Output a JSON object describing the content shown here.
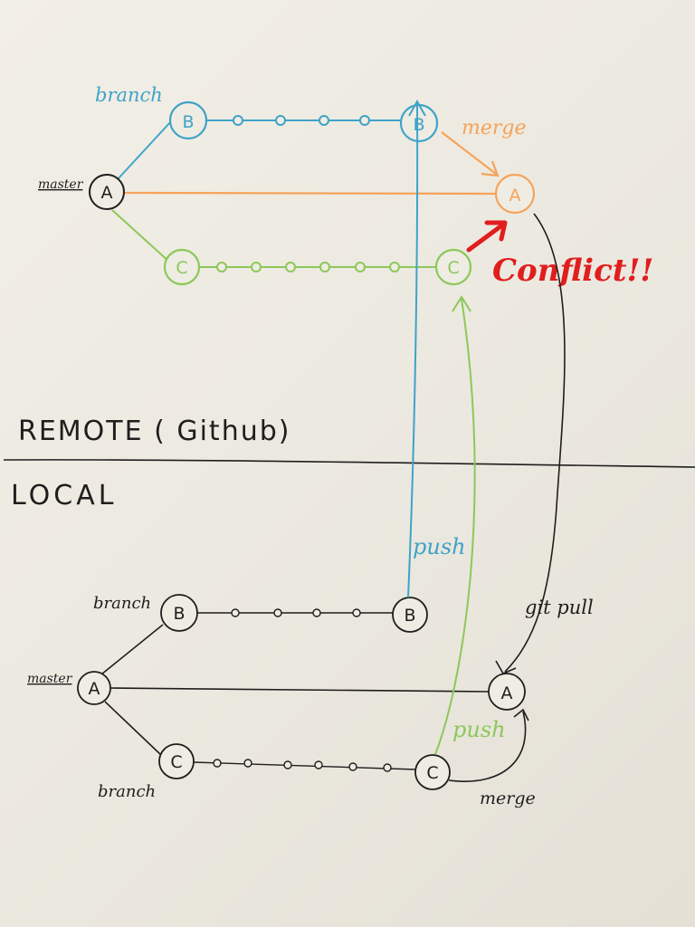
{
  "colors": {
    "paper": "#efece3",
    "ink": "#1e1e1e",
    "blue": "#3fa3c8",
    "orange": "#f5a35a",
    "green": "#8cc85a",
    "red": "#e01e1e"
  },
  "sections": {
    "remote_label": "REMOTE ( Github)",
    "local_label": "LOCAL"
  },
  "remote": {
    "branch_label": "branch",
    "master_label": "master",
    "merge_label": "merge",
    "conflict_label": "Conflict!!",
    "nodes": {
      "master_start": "A",
      "b_start": "B",
      "b_end": "B",
      "c_start": "C",
      "c_end": "C",
      "merged": "A"
    }
  },
  "local": {
    "branch_top_label": "branch",
    "branch_bottom_label": "branch",
    "master_label": "master",
    "merge_label": "merge",
    "git_pull_label": "git pull",
    "nodes": {
      "master_start": "A",
      "b_start": "B",
      "b_end": "B",
      "c_start": "C",
      "c_end": "C",
      "merged": "A"
    }
  },
  "arrows": {
    "push_blue_label": "push",
    "push_green_label": "push"
  }
}
